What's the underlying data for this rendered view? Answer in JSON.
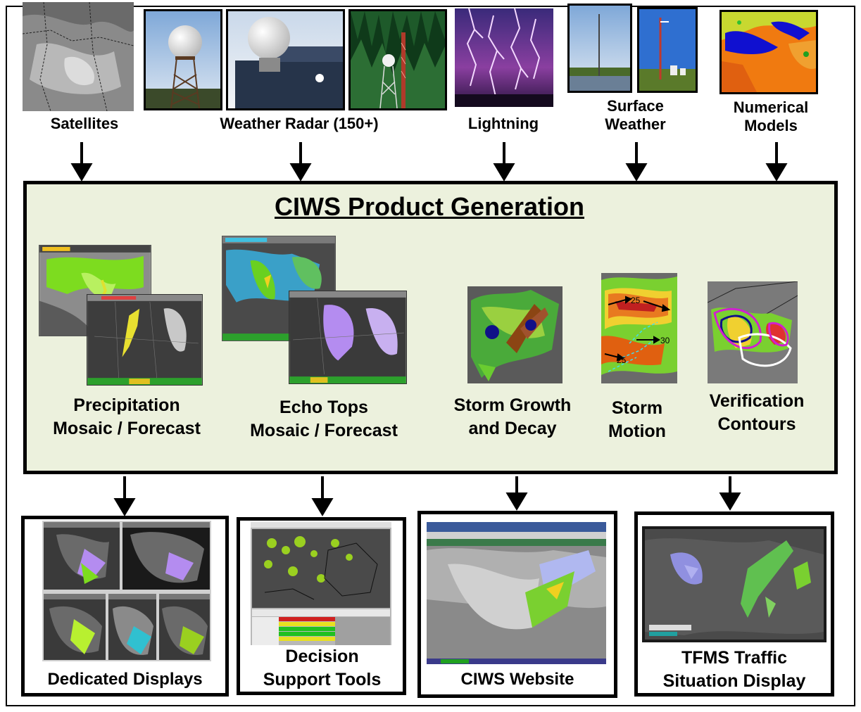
{
  "inputs": {
    "satellites": "Satellites",
    "radar": "Weather Radar (150+)",
    "lightning": "Lightning",
    "surface_line1": "Surface",
    "surface_line2": "Weather",
    "models_line1": "Numerical",
    "models_line2": "Models"
  },
  "generation": {
    "title": "CIWS Product  Generation",
    "products": [
      {
        "line1": "Precipitation",
        "line2": "Mosaic / Forecast"
      },
      {
        "line1": "Echo Tops",
        "line2": "Mosaic / Forecast"
      },
      {
        "line1": "Storm Growth",
        "line2": "and Decay"
      },
      {
        "line1": "Storm",
        "line2": "Motion"
      },
      {
        "line1": "Verification",
        "line2": "Contours"
      }
    ],
    "storm_motion_speeds": [
      "25",
      "30",
      "25"
    ]
  },
  "outputs": [
    {
      "line1": "Dedicated Displays",
      "line2": ""
    },
    {
      "line1": "Decision",
      "line2": "Support Tools"
    },
    {
      "line1": "CIWS Website",
      "line2": ""
    },
    {
      "line1": "TFMS Traffic",
      "line2": "Situation Display"
    }
  ],
  "colors": {
    "panel_background": "#ecf1dd",
    "border": "#000000",
    "precip_green": "#7ddc1f",
    "echo_purple": "#b48cf0",
    "growth_brown": "#8b4513",
    "contour_magenta": "#d020d0"
  }
}
